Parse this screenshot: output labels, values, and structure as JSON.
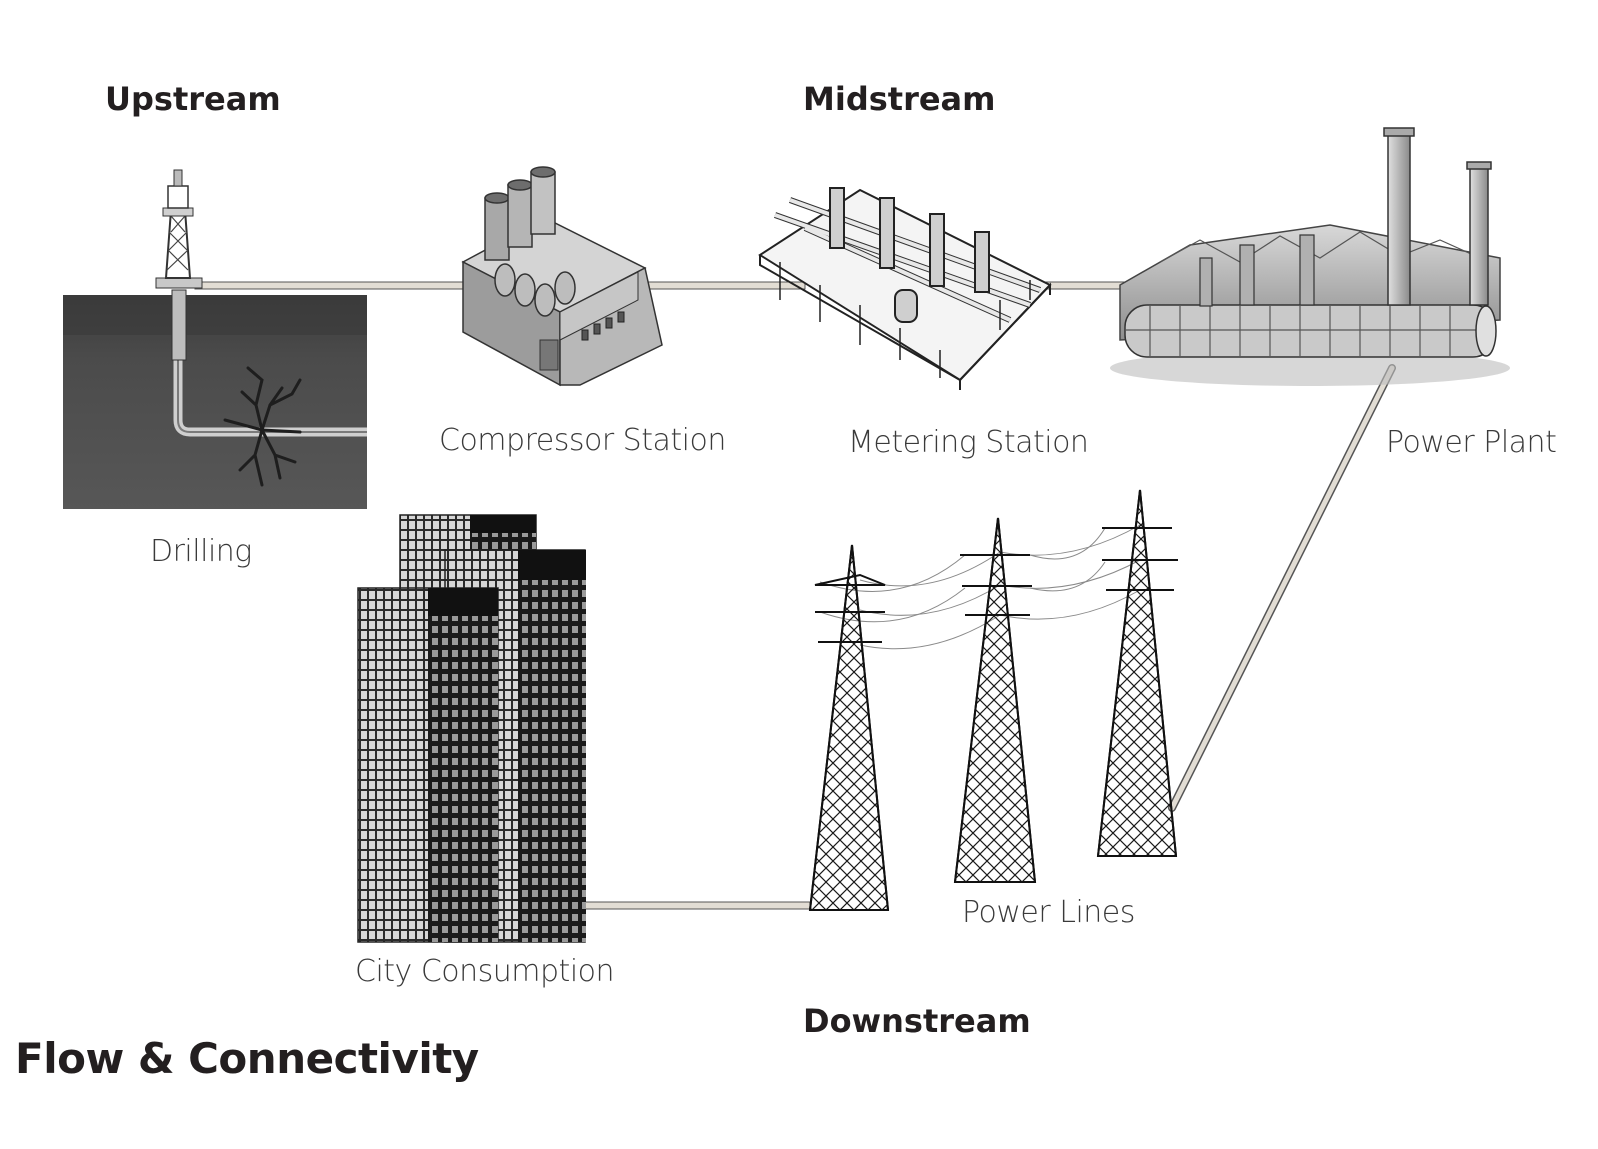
{
  "stages": {
    "upstream": "Upstream",
    "midstream": "Midstream",
    "downstream": "Downstream"
  },
  "nodes": {
    "drilling": "Drilling",
    "compressor_station": "Compressor Station",
    "metering_station": "Metering Station",
    "power_plant": "Power Plant",
    "power_lines": "Power Lines",
    "city_consumption": "City Consumption"
  },
  "title": "Flow & Connectivity",
  "colors": {
    "text": "#231f20",
    "pipe": "#d9d4cc",
    "ground": "#4a4a4a"
  }
}
